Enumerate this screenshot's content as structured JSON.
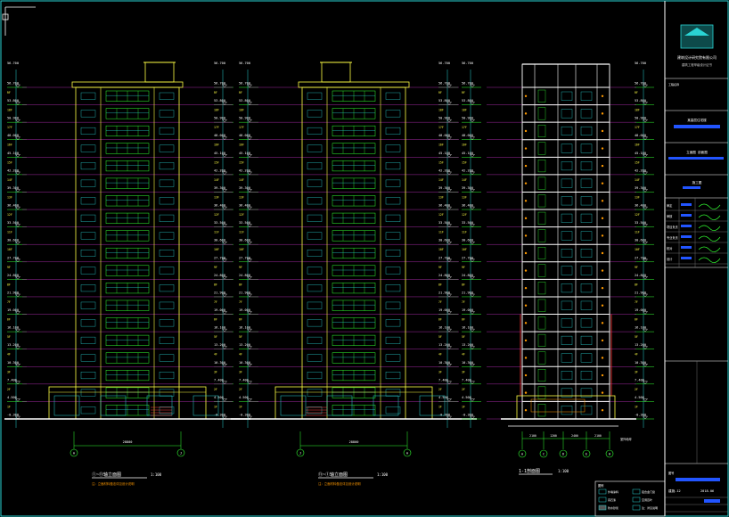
{
  "drawing": {
    "elevation_1": {
      "title": "①~⑪轴立面图",
      "scale": "1:100",
      "note": "注：立面材料做法详见设计说明",
      "span": "28800",
      "axis_left": "A",
      "axis_right": "J"
    },
    "elevation_2": {
      "title": "⑪~①轴立面图",
      "scale": "1:100",
      "note": "注：立面材料做法详见设计说明",
      "span": "28800",
      "axis_left": "J",
      "axis_right": "A"
    },
    "section": {
      "title": "1-1剖面图",
      "scale": "1:100",
      "dims": [
        "2100",
        "1200",
        "2400",
        "2100"
      ],
      "axes": [
        "A",
        "C",
        "D",
        "E",
        "H"
      ],
      "note": "室外地坪"
    },
    "levels": [
      "56.700",
      "53.800",
      "50.900",
      "48.000",
      "45.100",
      "42.200",
      "39.300",
      "36.400",
      "33.500",
      "30.600",
      "27.700",
      "24.800",
      "21.900",
      "19.000",
      "16.100",
      "13.200",
      "10.300",
      "7.400",
      "4.500",
      "-0.300"
    ],
    "floors": [
      "RF",
      "18F",
      "17F",
      "16F",
      "15F",
      "14F",
      "13F",
      "12F",
      "11F",
      "10F",
      "9F",
      "8F",
      "7F",
      "6F",
      "5F",
      "4F",
      "3F",
      "2F",
      "1F",
      ""
    ]
  },
  "title_block": {
    "company": "建筑设计研究院有限公司",
    "cert": "建筑工程甲级设计证书",
    "project": "某高层住宅楼",
    "drawing_name": "立面图 剖面图",
    "phase": "施工图",
    "rows": [
      "审定",
      "审核",
      "项目负责",
      "专业负责",
      "校对",
      "设计"
    ],
    "drawing_no": "建施-12",
    "date": "2018.06"
  },
  "legend": {
    "title": "图例",
    "items": [
      "外墙涂料",
      "铝合金门窗",
      "真石漆",
      "空调百叶",
      "防水砂浆",
      "注：详见说明"
    ]
  }
}
